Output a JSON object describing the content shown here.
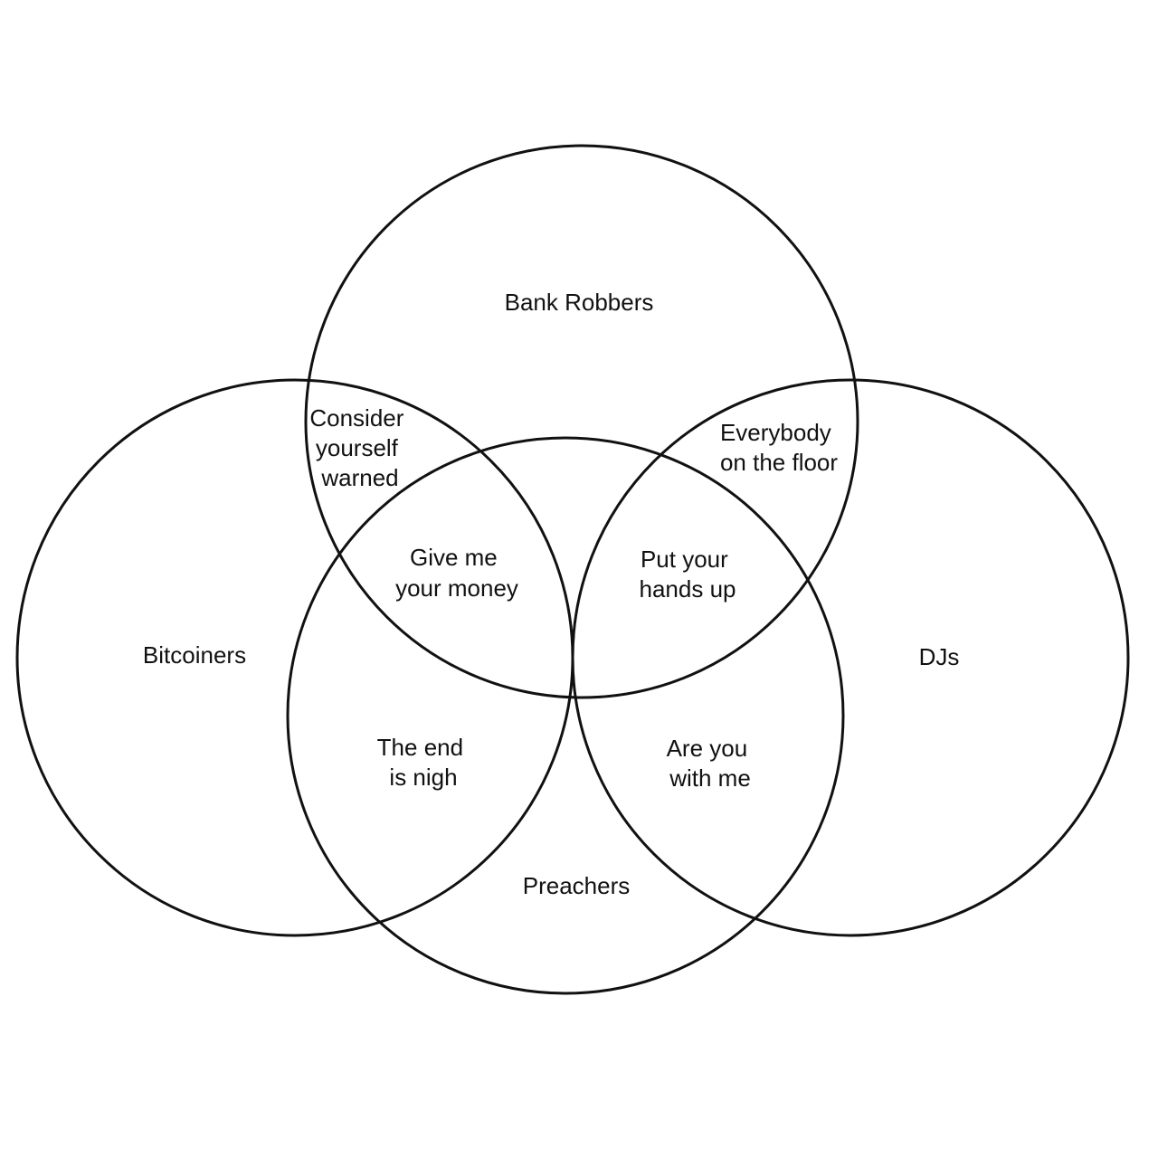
{
  "diagram": {
    "sets": [
      {
        "id": "bank-robbers",
        "label": "Bank Robbers"
      },
      {
        "id": "bitcoiners",
        "label": "Bitcoiners"
      },
      {
        "id": "djs",
        "label": "DJs"
      },
      {
        "id": "preachers",
        "label": "Preachers"
      }
    ],
    "overlaps": [
      {
        "id": "bank-robbers-bitcoiners",
        "lines": [
          "Consider",
          "yourself",
          "warned"
        ]
      },
      {
        "id": "bank-robbers-djs",
        "lines": [
          "Everybody",
          "on the floor"
        ]
      },
      {
        "id": "bank-robbers-bitcoiners-preachers",
        "lines": [
          "Give me",
          "your money"
        ]
      },
      {
        "id": "bank-robbers-djs-preachers",
        "lines": [
          "Put your",
          "hands up"
        ]
      },
      {
        "id": "bitcoiners-preachers",
        "lines": [
          "The end",
          "is nigh"
        ]
      },
      {
        "id": "djs-preachers",
        "lines": [
          "Are you",
          "with me"
        ]
      }
    ],
    "stroke_color": "#111111",
    "background_color": "#ffffff"
  }
}
